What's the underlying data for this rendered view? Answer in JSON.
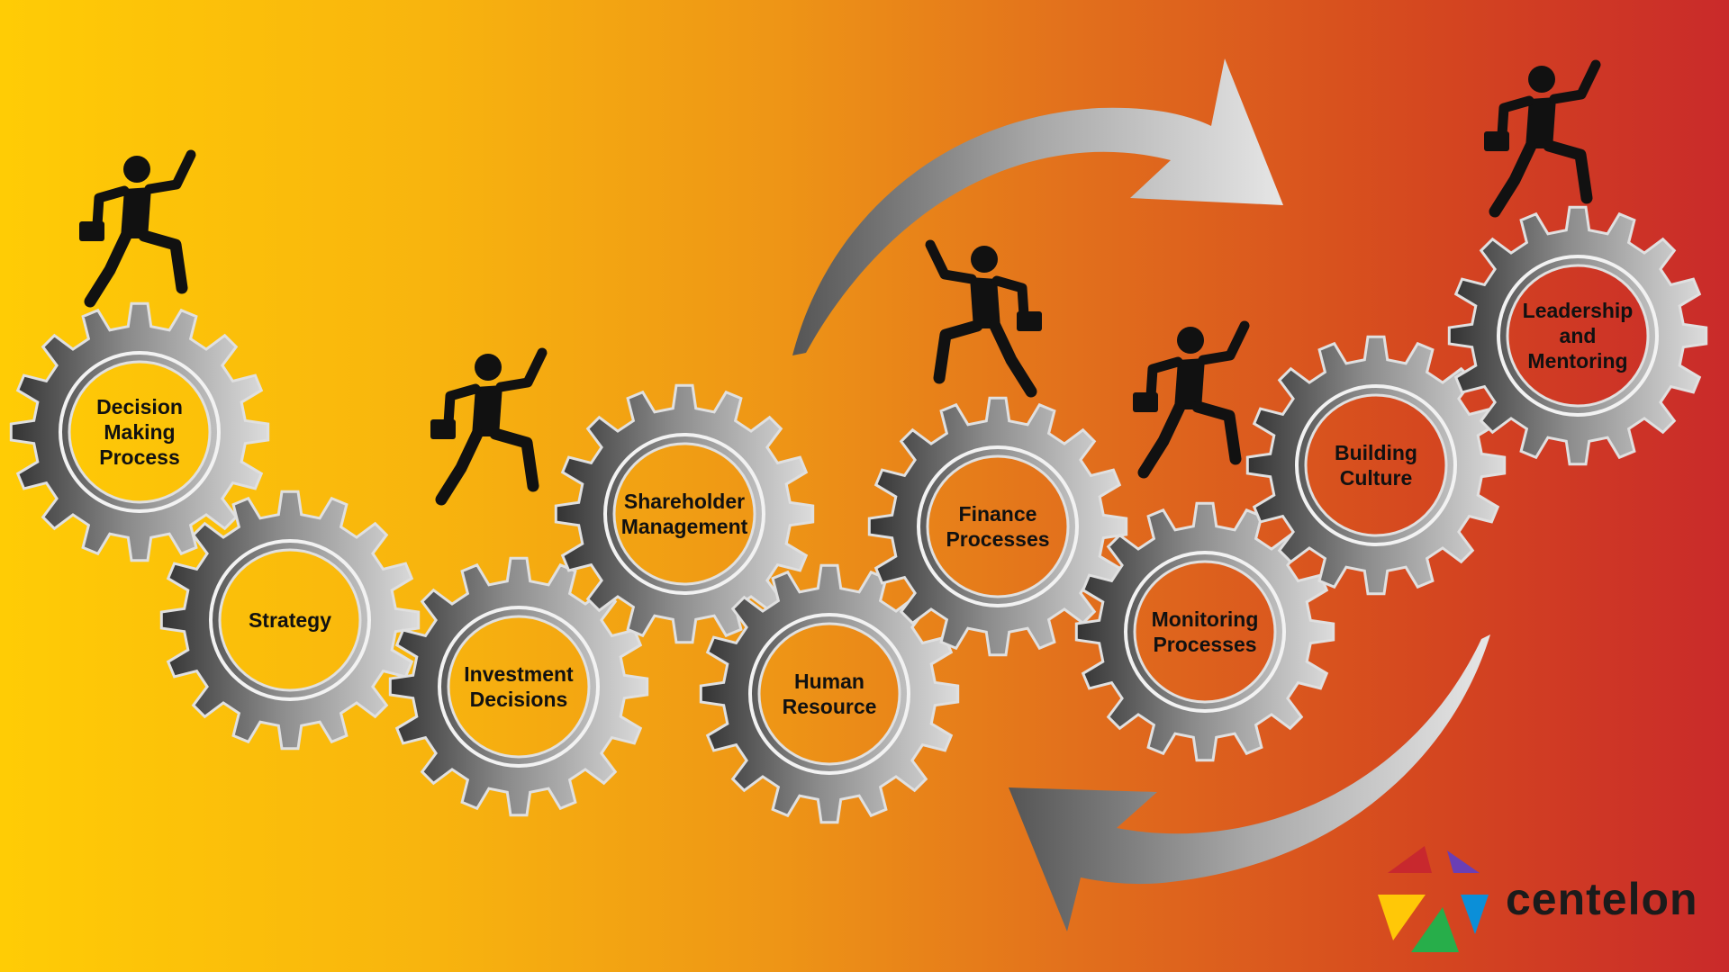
{
  "gears": [
    {
      "label": "Decision Making Process",
      "lines": [
        "Decision",
        "Making",
        "Process"
      ]
    },
    {
      "label": "Strategy",
      "lines": [
        "Strategy"
      ]
    },
    {
      "label": "Investment Decisions",
      "lines": [
        "Investment",
        "Decisions"
      ]
    },
    {
      "label": "Shareholder Management",
      "lines": [
        "Shareholder",
        "Management"
      ]
    },
    {
      "label": "Human Resource",
      "lines": [
        "Human",
        "Resource"
      ]
    },
    {
      "label": "Finance Processes",
      "lines": [
        "Finance",
        "Processes"
      ]
    },
    {
      "label": "Monitoring Processes",
      "lines": [
        "Monitoring",
        "Processes"
      ]
    },
    {
      "label": "Building Culture",
      "lines": [
        "Building",
        "Culture"
      ]
    },
    {
      "label": "Leadership and Mentoring",
      "lines": [
        "Leadership",
        "and",
        "Mentoring"
      ]
    }
  ],
  "logo": {
    "text": "centelon",
    "colors": [
      "#C8282E",
      "#6A3FB5",
      "#FFC807",
      "#0B8FD8",
      "#27AE4A"
    ]
  },
  "colors": {
    "bg_left": "#FFCC05",
    "bg_right": "#C92A2A",
    "gear_light": "#D9D9D9",
    "gear_dark": "#3A3A3A"
  }
}
